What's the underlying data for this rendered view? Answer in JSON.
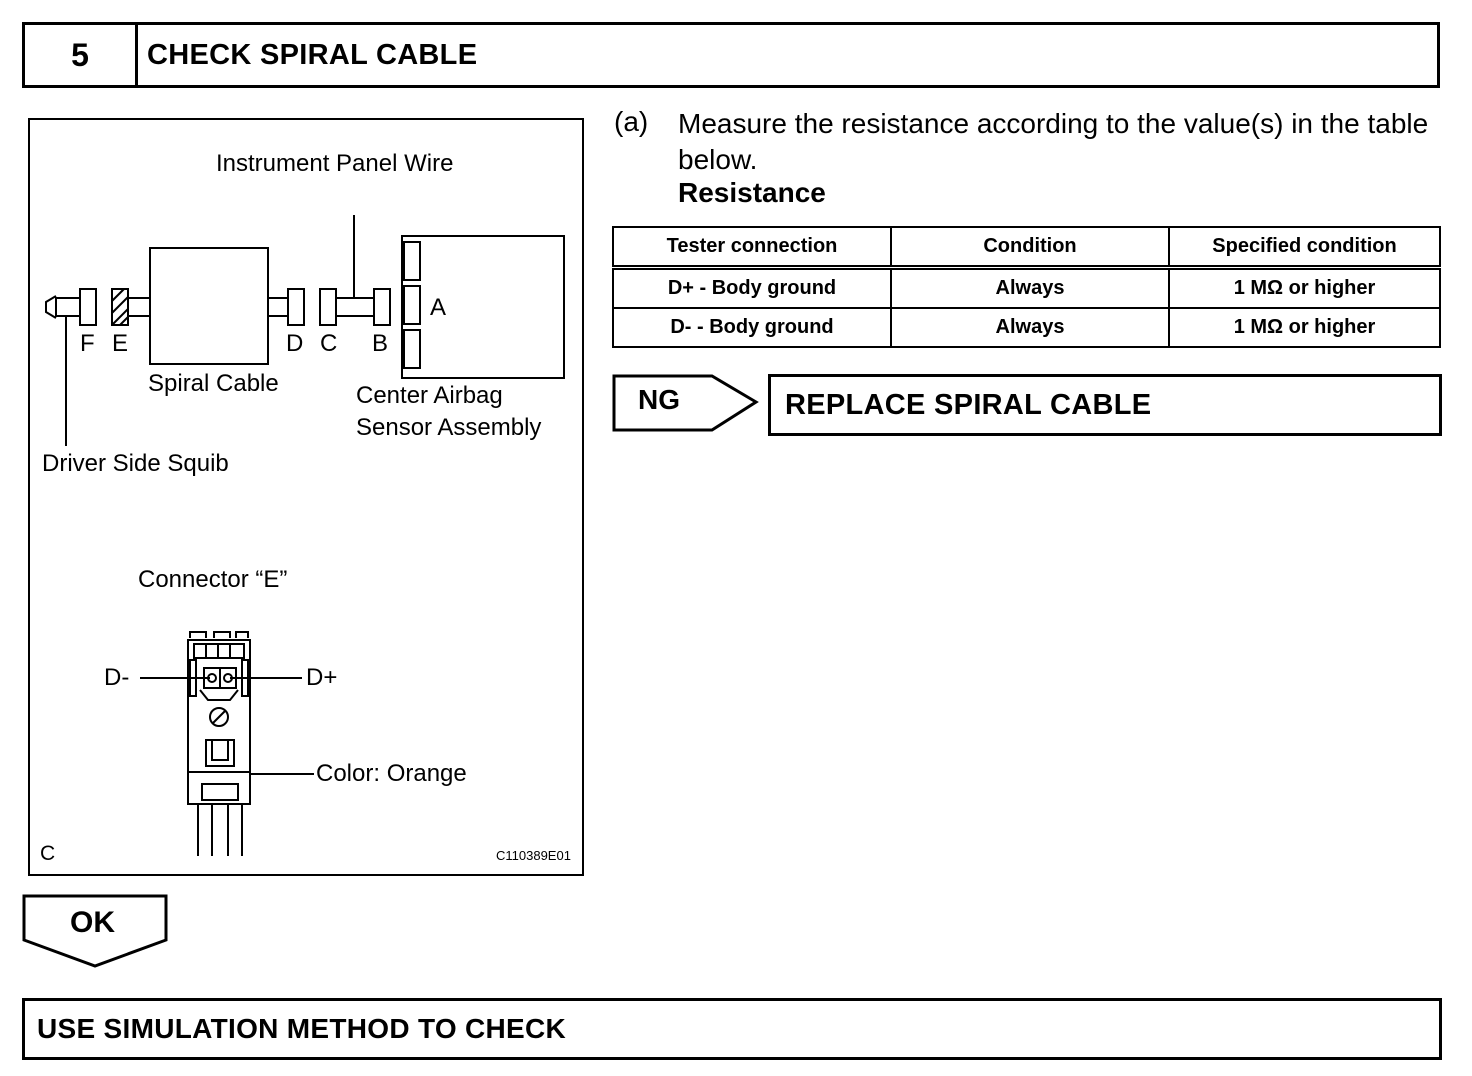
{
  "step": {
    "number": "5",
    "title": "CHECK SPIRAL CABLE"
  },
  "figure": {
    "instrument_panel_wire": "Instrument Panel Wire",
    "connector_letters": {
      "a": "A",
      "b": "B",
      "c": "C",
      "d": "D",
      "e": "E",
      "f": "F"
    },
    "spiral_cable": "Spiral Cable",
    "center_airbag_line1": "Center Airbag",
    "center_airbag_line2": "Sensor Assembly",
    "driver_side_squib": "Driver Side Squib",
    "connector_e_title": "Connector “E”",
    "d_minus": "D-",
    "d_plus": "D+",
    "color": "Color: Orange",
    "corner_letter": "C",
    "figure_code": "C110389E01"
  },
  "instruction": {
    "label": "(a)",
    "text": "Measure the resistance according to the value(s) in the table below.",
    "subheading": "Resistance"
  },
  "table": {
    "headers": [
      "Tester connection",
      "Condition",
      "Specified condition"
    ],
    "rows": [
      [
        "D+ - Body ground",
        "Always",
        "1 MΩ or higher"
      ],
      [
        "D- - Body ground",
        "Always",
        "1 MΩ or higher"
      ]
    ]
  },
  "ng": {
    "label": "NG",
    "action": "REPLACE SPIRAL CABLE"
  },
  "ok": {
    "label": "OK"
  },
  "final": {
    "text": "USE SIMULATION METHOD TO CHECK"
  }
}
